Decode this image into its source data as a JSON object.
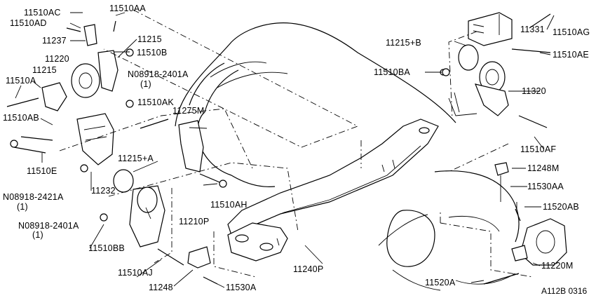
{
  "labels": {
    "p11510AC": "11510AC",
    "p11510AA": "11510AA",
    "p11510AD": "11510AD",
    "p11237": "11237",
    "p11215_top": "11215",
    "p11220": "11220",
    "p11510B": "11510B",
    "p08918_2401A_top": "N08918-2401A",
    "p08918_2401A_top_qty": "(1)",
    "p11510A": "11510A",
    "p11215_left": "11215",
    "p11510AK": "11510AK",
    "p11275M": "11275M",
    "p11510AB": "11510AB",
    "p11510E": "11510E",
    "p11215A": "11215+A",
    "p08918_2421A": "N08918-2421A",
    "p08918_2421A_qty": "(1)",
    "p11232": "11232",
    "p11510AH": "11510AH",
    "p11210P": "11210P",
    "p08918_2401A_bot": "N08918-2401A",
    "p08918_2401A_bot_qty": "(1)",
    "p11510BB": "11510BB",
    "p11510AJ": "11510AJ",
    "p11248": "11248",
    "p11530A": "11530A",
    "p11240P": "11240P",
    "p11331": "11331",
    "p11510AG": "11510AG",
    "p11215B": "11215+B",
    "p11510AE": "11510AE",
    "p11510BA": "11510BA",
    "p11320": "11320",
    "p11510AF": "11510AF",
    "p11248M": "11248M",
    "p11530AA": "11530AA",
    "p11520AB": "11520AB",
    "p11220M": "11220M",
    "p11520A": "11520A"
  },
  "figure_code": "A112B 0316"
}
